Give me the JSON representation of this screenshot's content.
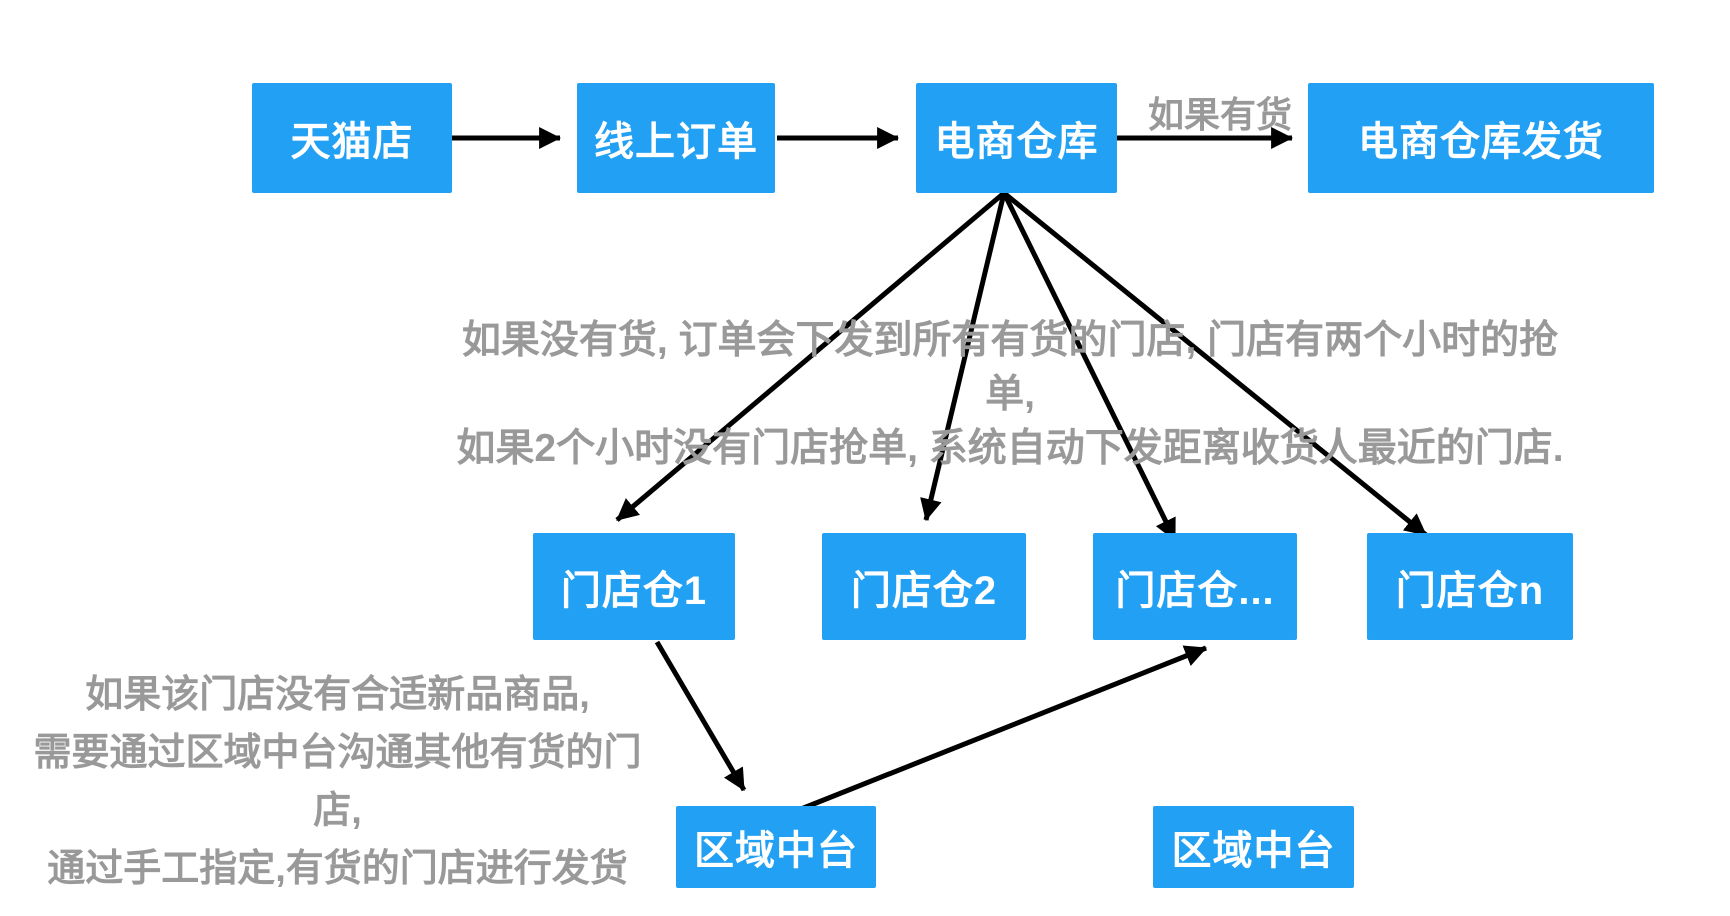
{
  "colors": {
    "node_fill": "#22A0F3",
    "node_text": "#FFFFFF",
    "annotation_text": "#999999",
    "arrow": "#000000",
    "background": "#FFFFFF"
  },
  "nodes": {
    "tmall": "天猫店",
    "online_order": "线上订单",
    "ecom_warehouse": "电商仓库",
    "ecom_warehouse_ship": "电商仓库发货",
    "store1": "门店仓1",
    "store2": "门店仓2",
    "store_dots": "门店仓...",
    "store_n": "门店仓n",
    "regional_mid_left": "区域中台",
    "regional_mid_right": "区域中台"
  },
  "edge_labels": {
    "if_in_stock": "如果有货"
  },
  "annotations": {
    "no_stock_note": {
      "lines": [
        "如果没有货, 订单会下发到所有有货的门店, 门店有两个小时的抢单,",
        "如果2个小时没有门店抢单, 系统自动下发距离收货人最近的门店."
      ]
    },
    "manual_assign_note": {
      "lines": [
        "如果该门店没有合适新品商品,",
        "需要通过区域中台沟通其他有货的门店,",
        "通过手工指定,有货的门店进行发货"
      ]
    }
  }
}
